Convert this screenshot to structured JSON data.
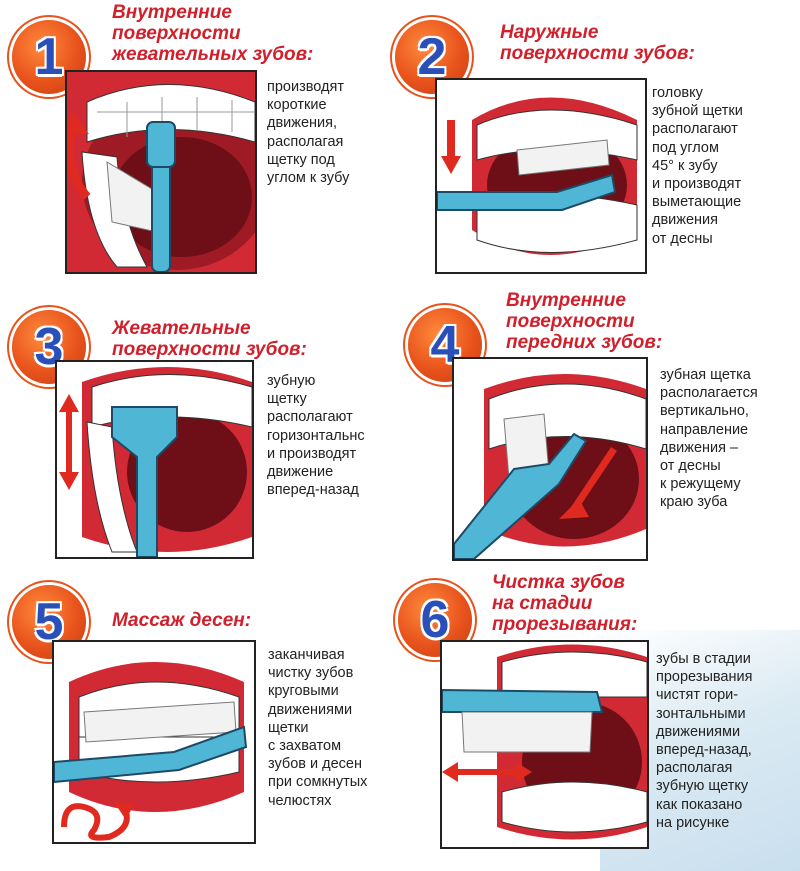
{
  "panels": [
    {
      "number": "1",
      "title": [
        "Внутренние",
        "поверхности",
        "жевательных зубов:"
      ],
      "text": [
        "производят",
        "короткие",
        "движения,",
        "располагая",
        "щетку под",
        "углом к зубу"
      ]
    },
    {
      "number": "2",
      "title": [
        "Наружные",
        "поверхности зубов:"
      ],
      "text": [
        "головку",
        "зубной щетки",
        "располагают",
        "под углом",
        "45° к зубу",
        "и производят",
        "выметающие",
        "движения",
        "от десны"
      ]
    },
    {
      "number": "3",
      "title": [
        "Жевательные",
        "поверхности зубов:"
      ],
      "text": [
        "зубную",
        "щетку",
        "располагают",
        "горизонтальнс",
        "и производят",
        "движение",
        "вперед-назад"
      ]
    },
    {
      "number": "4",
      "title": [
        "Внутренние",
        "поверхности",
        "передних зубов:"
      ],
      "text": [
        "зубная щетка",
        "располагается",
        "вертикально,",
        "направление",
        "движения –",
        "от десны",
        "к режущему",
        "краю зуба"
      ]
    },
    {
      "number": "5",
      "title": [
        "Массаж десен:"
      ],
      "text": [
        "заканчивая",
        "чистку зубов",
        "круговыми",
        "движениями",
        "щетки",
        "с захватом",
        "зубов и десен",
        "при сомкнутых",
        "челюстях"
      ]
    },
    {
      "number": "6",
      "title": [
        "Чистка зубов",
        "на стадии",
        "прорезывания:"
      ],
      "text": [
        "зубы в стадии",
        "прорезывания",
        "чистят гори-",
        "зонтальными",
        "движениями",
        "вперед-назад,",
        "располагая",
        "зубную щетку",
        "как показано",
        "на рисунке"
      ]
    }
  ],
  "colors": {
    "title_red": "#d1202b",
    "badge_orange": "#e8531c",
    "number_blue": "#2a4fb8",
    "brush_blue": "#4fb6d6",
    "mouth_red": "#d12a35"
  },
  "icons": [
    "number-badge",
    "mouth-illustration",
    "toothbrush",
    "motion-arrow"
  ]
}
